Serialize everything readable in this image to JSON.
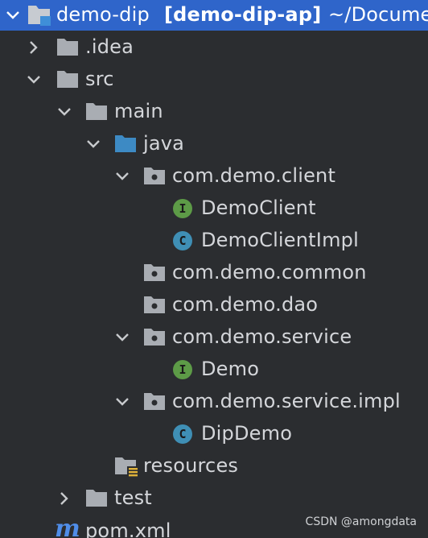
{
  "project": {
    "name": "demo-dip",
    "module": "[demo-dip-ap]",
    "path": "~/Docume"
  },
  "tree": [
    {
      "label": ".idea",
      "kind": "folder"
    },
    {
      "label": "src",
      "kind": "folder"
    },
    {
      "label": "main",
      "kind": "folder"
    },
    {
      "label": "java",
      "kind": "source-folder"
    },
    {
      "label": "com.demo.client",
      "kind": "package"
    },
    {
      "label": "DemoClient",
      "kind": "interface",
      "badge": "I"
    },
    {
      "label": "DemoClientImpl",
      "kind": "class",
      "badge": "C"
    },
    {
      "label": "com.demo.common",
      "kind": "package"
    },
    {
      "label": "com.demo.dao",
      "kind": "package"
    },
    {
      "label": "com.demo.service",
      "kind": "package"
    },
    {
      "label": "Demo",
      "kind": "interface",
      "badge": "I"
    },
    {
      "label": "com.demo.service.impl",
      "kind": "package"
    },
    {
      "label": "DipDemo",
      "kind": "class",
      "badge": "C"
    },
    {
      "label": "resources",
      "kind": "resources-folder"
    },
    {
      "label": "test",
      "kind": "folder"
    },
    {
      "label": "pom.xml",
      "kind": "maven-file"
    }
  ],
  "watermark": "CSDN @amongdata",
  "colors": {
    "background": "#2b2d30",
    "selection": "#2f65ca",
    "folder": "#a9adb3",
    "source_folder": "#3d8ac4",
    "interface_badge": "#5d9b47",
    "class_badge": "#3f8fb5"
  }
}
